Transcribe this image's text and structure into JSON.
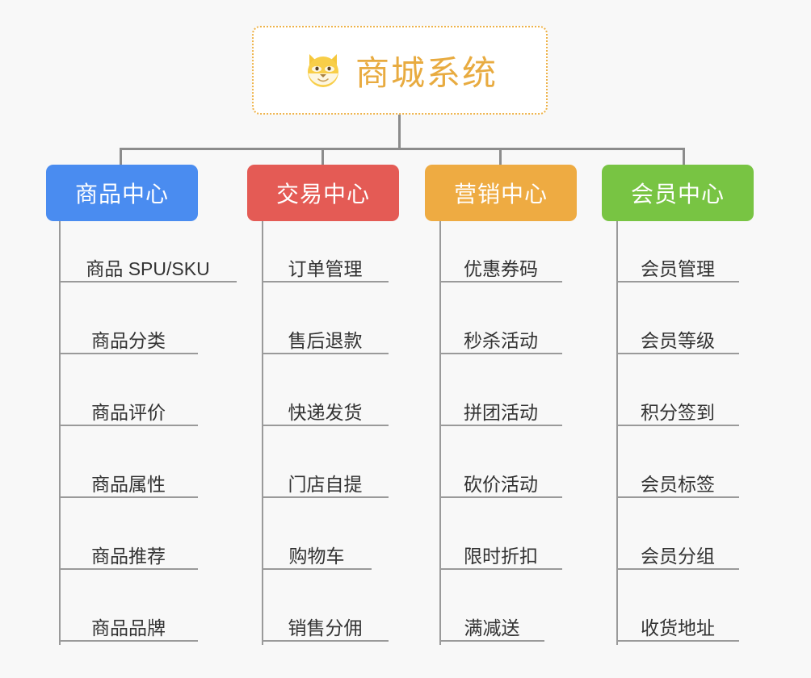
{
  "page": {
    "background_color": "#f8f8f8",
    "line_color": "#8c8c8c",
    "leaf_line_color": "#9a9a9a",
    "leaf_text_color": "#333333"
  },
  "root": {
    "title": "商城系统",
    "icon": "shiba-dog-face-icon",
    "icon_glyph": "🐶",
    "text_color": "#e8ab40",
    "border_color": "#eeb34a",
    "background_color": "#ffffff"
  },
  "branches": [
    {
      "id": "product-center",
      "label": "商品中心",
      "color": "#4a8cf0",
      "items": [
        "商品 SPU/SKU",
        "商品分类",
        "商品评价",
        "商品属性",
        "商品推荐",
        "商品品牌"
      ]
    },
    {
      "id": "trade-center",
      "label": "交易中心",
      "color": "#e45b55",
      "items": [
        "订单管理",
        "售后退款",
        "快递发货",
        "门店自提",
        "购物车",
        "销售分佣"
      ]
    },
    {
      "id": "marketing-center",
      "label": "营销中心",
      "color": "#eeab42",
      "items": [
        "优惠券码",
        "秒杀活动",
        "拼团活动",
        "砍价活动",
        "限时折扣",
        "满减送"
      ]
    },
    {
      "id": "member-center",
      "label": "会员中心",
      "color": "#78c443",
      "items": [
        "会员管理",
        "会员等级",
        "积分签到",
        "会员标签",
        "会员分组",
        "收货地址"
      ]
    }
  ]
}
